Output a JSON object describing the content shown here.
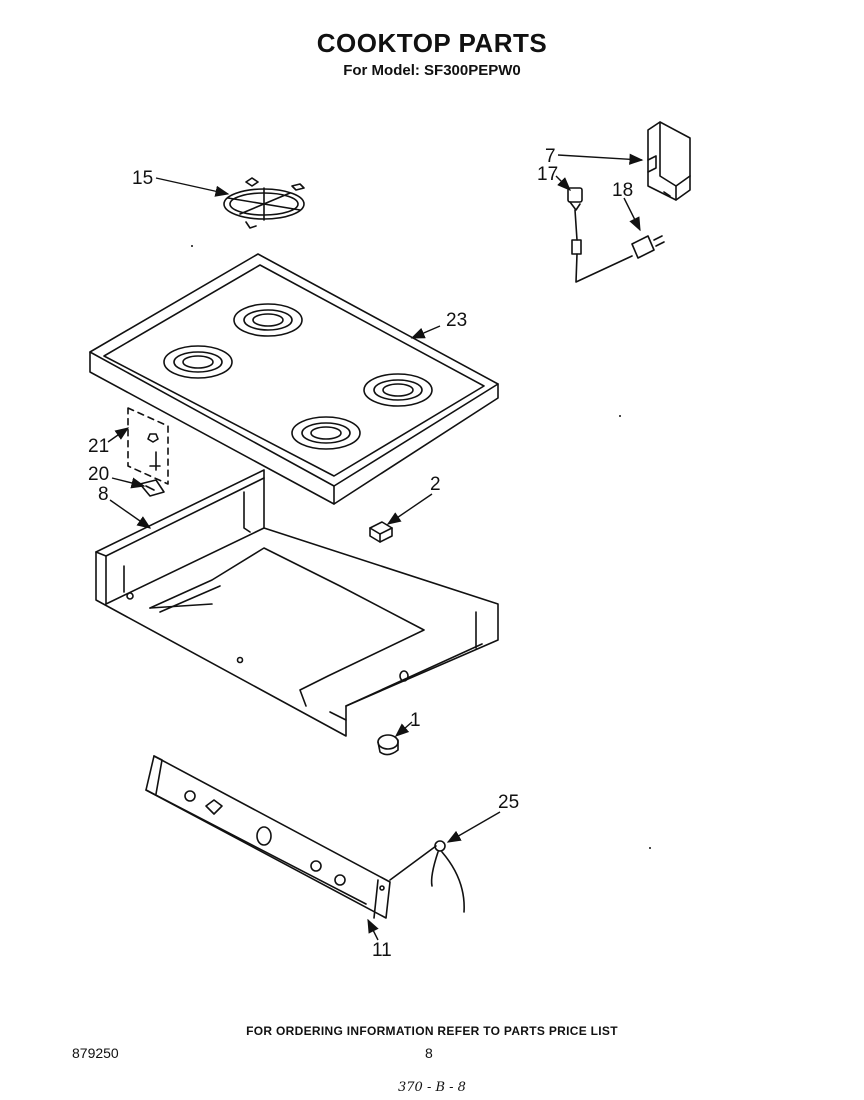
{
  "header": {
    "title": "COOKTOP PARTS",
    "subtitle": "For Model: SF300PEPW0"
  },
  "callouts": {
    "c15": "15",
    "c7": "7",
    "c17": "17",
    "c18": "18",
    "c23": "23",
    "c21": "21",
    "c20": "20",
    "c8": "8",
    "c2": "2",
    "c1": "1",
    "c25": "25",
    "c11": "11"
  },
  "footer": {
    "ordering_note": "FOR ORDERING INFORMATION REFER TO PARTS PRICE LIST",
    "document_number": "879250",
    "page_number": "8",
    "handwritten_note": "370 - B - 8"
  }
}
